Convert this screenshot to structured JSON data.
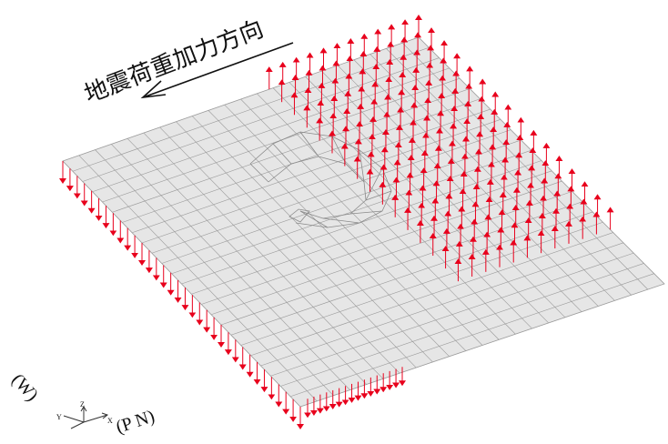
{
  "caption": "地震荷重加力方向",
  "axes": {
    "z_label": "Z",
    "x_label": "X",
    "y_label": "Y",
    "w_label": "(W)",
    "pn_label": "(P N)"
  },
  "colors": {
    "plate_fill": "#e6e6e6",
    "mesh_line": "#9a9a9a",
    "arrow": "#e8001c",
    "text": "#111111"
  },
  "icons": {
    "direction": "left-arrow-icon",
    "axes": "xyz-triad-icon"
  }
}
